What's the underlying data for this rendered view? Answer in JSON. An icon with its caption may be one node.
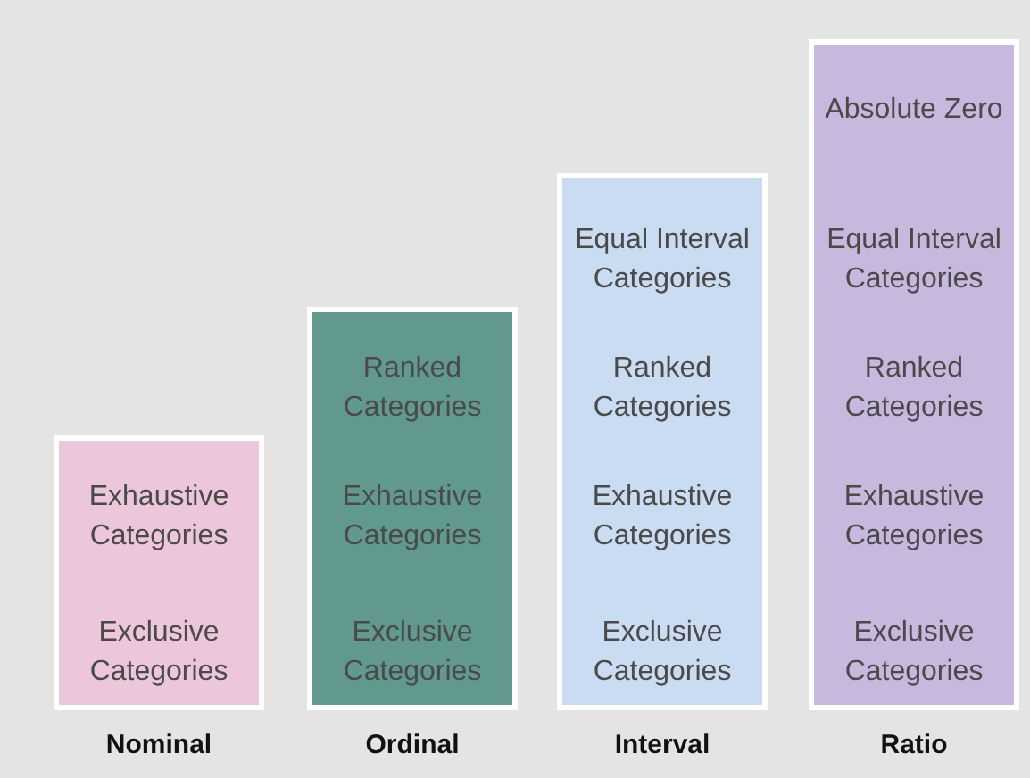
{
  "diagram": {
    "nodes": [
      {
        "text": [
          "Exhaustive Categories",
          "Exclusive Categories",
          "Nominal"
        ]
      },
      {
        "text": [
          "Ranked Categories",
          "Exhaustive Categories",
          "Exclusive Categories",
          "Ordinal"
        ]
      },
      {
        "text": [
          "Equal Interval Categories",
          "Ranked Categories",
          "Exhaustive Categories",
          "Exclusive Categories",
          "Interval"
        ]
      },
      {
        "text": [
          "Absolute Zero",
          "Equal Interval Categories",
          "Ranked Categories",
          "Exhaustive Categories",
          "Exclusive Categories",
          "Ratio"
        ]
      }
    ]
  }
}
